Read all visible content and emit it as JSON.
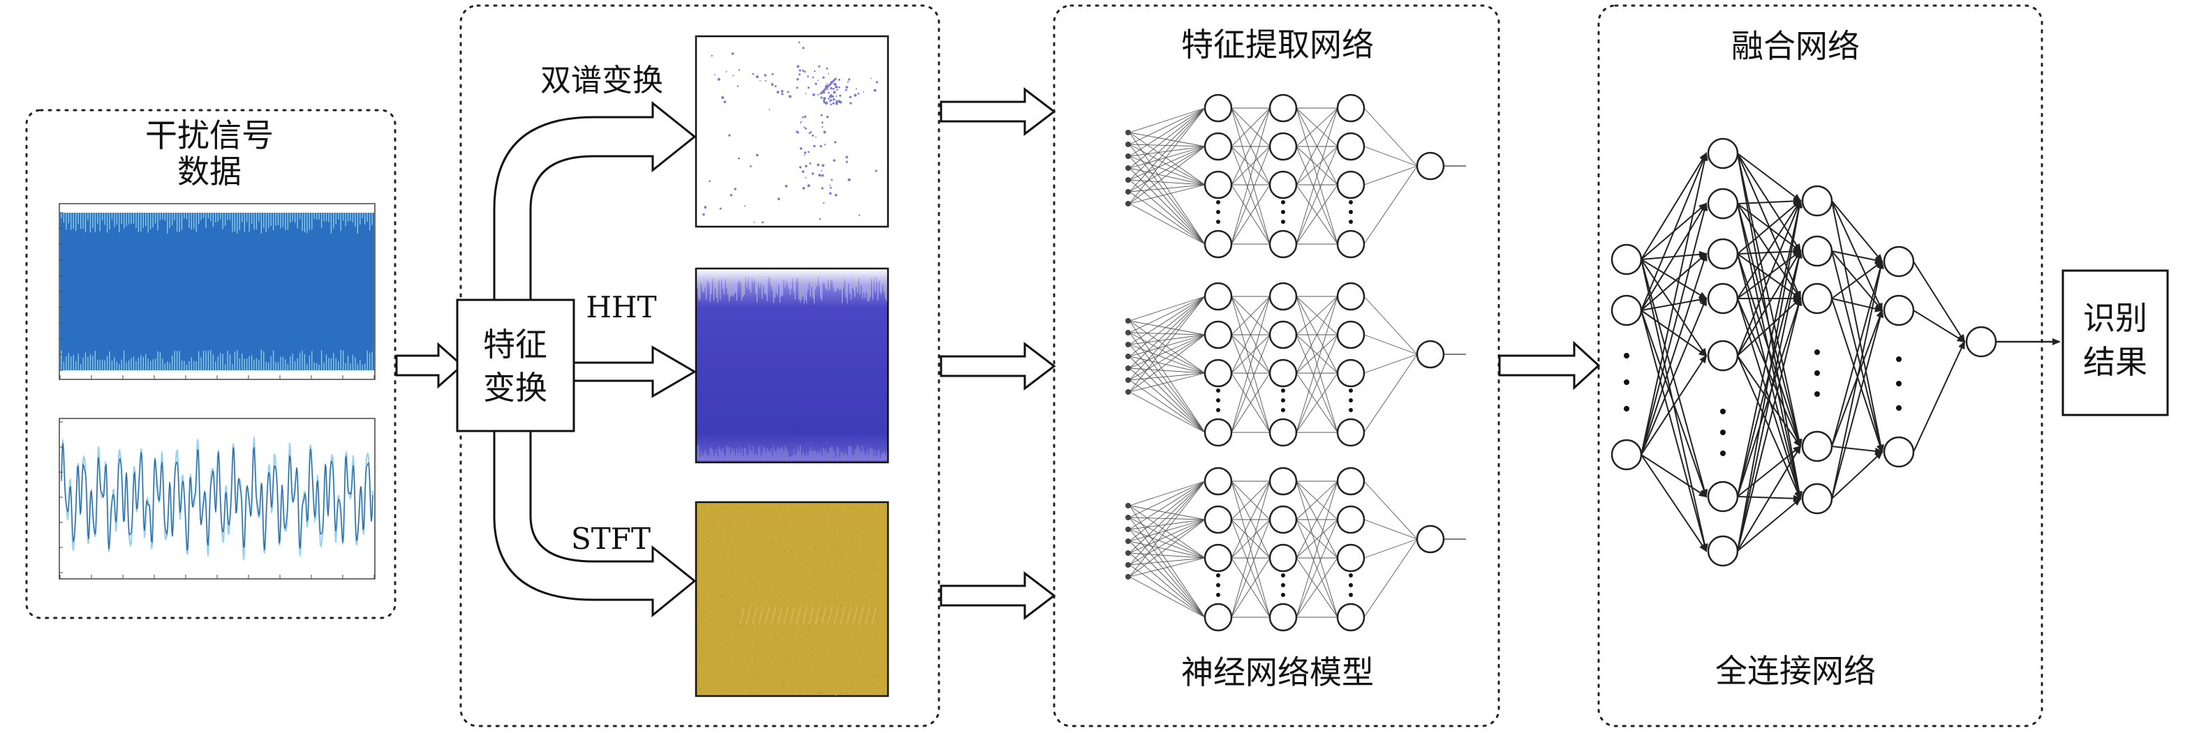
{
  "labels": {
    "input_title_line1": "干扰信号",
    "input_title_line2": "数据",
    "transform_box_line1": "特征",
    "transform_box_line2": "变换",
    "branch_bispectrum": "双谱变换",
    "branch_hht": "HHT",
    "branch_stft": "STFT",
    "feature_title": "特征提取网络",
    "feature_caption": "神经网络模型",
    "fusion_title": "融合网络",
    "fusion_caption": "全连接网络",
    "result_line1": "识别",
    "result_line2": "结果"
  },
  "colors": {
    "signal_blue": "#2a6fc0",
    "signal_light": "#8cc8e6",
    "hht_purple": "#4040b8",
    "stft_gold": "#c8a838",
    "bispectrum_dots": "#7a78d8"
  }
}
